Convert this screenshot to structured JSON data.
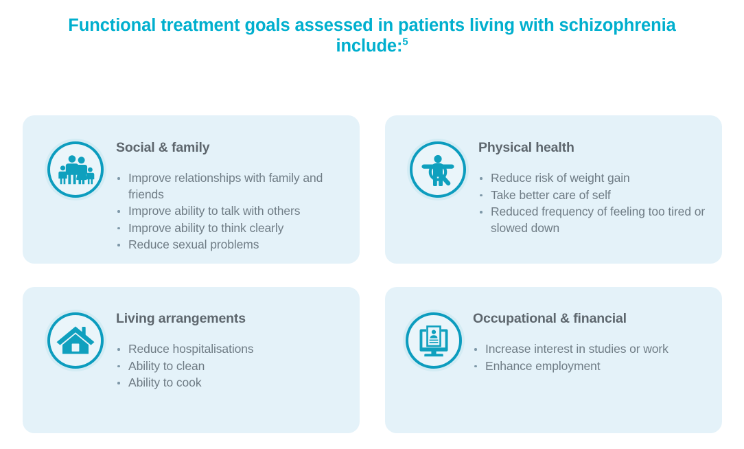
{
  "title": {
    "text": "Functional treatment goals assessed in patients living with schizophrenia include:",
    "reference": "5"
  },
  "colors": {
    "title": "#00AFCE",
    "card_background": "#E4F2F9",
    "icon": "#0FA0BE",
    "icon_ring": "#0C9CBE",
    "icon_halo": "#CFE9F1",
    "heading": "#5D666D",
    "body_text": "#6F7C85",
    "bullet_dot": "#7E98A8",
    "page_background": "#FFFFFF"
  },
  "cards": [
    {
      "id": "social-family",
      "icon": "family-group-icon",
      "heading": "Social & family",
      "bullets": [
        "Improve relationships with family and friends",
        "Improve ability to talk with others",
        "Improve ability to think clearly",
        "Reduce sexual problems"
      ]
    },
    {
      "id": "physical-health",
      "icon": "person-magnifier-icon",
      "heading": "Physical health",
      "bullets": [
        "Reduce risk of weight gain",
        "Take better care of self",
        "Reduced frequency of feeling too tired or slowed down"
      ]
    },
    {
      "id": "living-arrangements",
      "icon": "house-icon",
      "heading": "Living arrangements",
      "bullets": [
        "Reduce hospitalisations",
        "Ability to clean",
        "Ability to cook"
      ]
    },
    {
      "id": "occupational-financial",
      "icon": "monitor-resume-icon",
      "heading": "Occupational & financial",
      "bullets": [
        "Increase interest in studies or work",
        "Enhance employment"
      ]
    }
  ]
}
